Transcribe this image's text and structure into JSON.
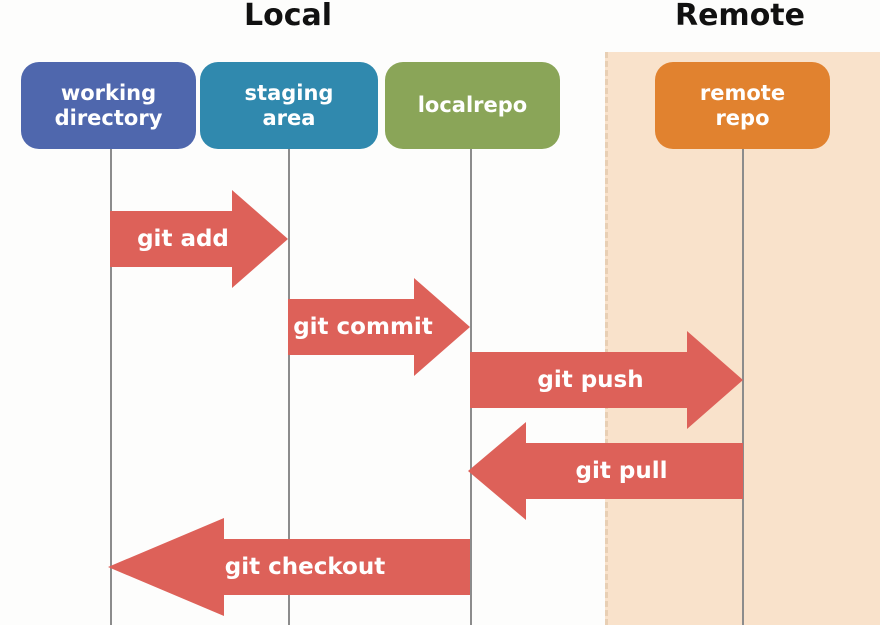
{
  "diagram": {
    "title_local": "Local",
    "title_remote": "Remote",
    "colors": {
      "background": "#fdfdfc",
      "remote_panel": "#f9e2cb",
      "remote_panel_border": "#e8cfb4",
      "arrow": "#dd6159",
      "lifeline": "#8c8c8c",
      "working_directory": "#4f67ad",
      "staging_area": "#3089ae",
      "localrepo": "#8aa558",
      "remote_repo": "#e1822f",
      "node_text": "#ffffff",
      "title_text": "#111111"
    }
  },
  "nodes": [
    {
      "id": "working-directory",
      "label": "working\ndirectory",
      "zone": "local"
    },
    {
      "id": "staging-area",
      "label": "staging\narea",
      "zone": "local"
    },
    {
      "id": "localrepo",
      "label": "localrepo",
      "zone": "local"
    },
    {
      "id": "remote-repo",
      "label": "remote\nrepo",
      "zone": "remote"
    }
  ],
  "arrows": [
    {
      "id": "git-add",
      "label": "git add",
      "direction": "right",
      "from": "working-directory",
      "to": "staging-area"
    },
    {
      "id": "git-commit",
      "label": "git commit",
      "direction": "right",
      "from": "staging-area",
      "to": "localrepo"
    },
    {
      "id": "git-push",
      "label": "git push",
      "direction": "right",
      "from": "localrepo",
      "to": "remote-repo"
    },
    {
      "id": "git-pull",
      "label": "git pull",
      "direction": "left",
      "from": "remote-repo",
      "to": "localrepo"
    },
    {
      "id": "git-checkout",
      "label": "git checkout",
      "direction": "left",
      "from": "localrepo",
      "to": "working-directory"
    }
  ]
}
